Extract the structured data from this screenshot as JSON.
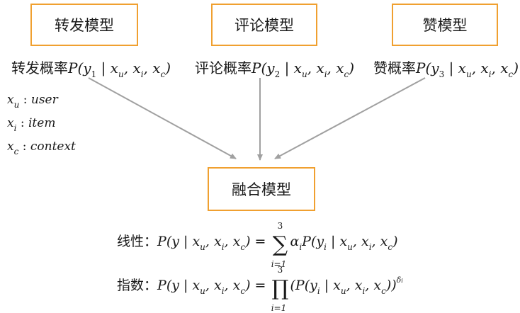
{
  "models": {
    "repost": "转发模型",
    "comment": "评论模型",
    "like": "赞模型",
    "fusion": "融合模型"
  },
  "probabilities": {
    "repost_prefix": "转发概率",
    "comment_prefix": "评论概率",
    "like_prefix": "赞概率",
    "p": "P",
    "y1": "1",
    "y2": "2",
    "y3": "3",
    "u": "u",
    "i": "i",
    "c": "c"
  },
  "definitions": {
    "xu": "user",
    "xi": "item",
    "xc": "context"
  },
  "formulas": {
    "linear_label": "线性：",
    "exponential_label": "指数：",
    "sum_upper": "3",
    "sum_lower": "i=1",
    "alpha": "α",
    "delta": "δ"
  },
  "colors": {
    "box_border": "#f0a030",
    "arrow": "#a0a0a0"
  }
}
